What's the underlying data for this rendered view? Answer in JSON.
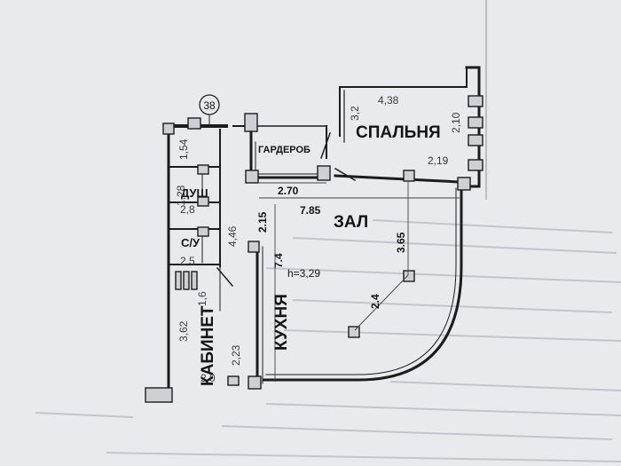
{
  "axis_marker": "38",
  "rooms": {
    "bedroom": "СПАЛЬНЯ",
    "wardrobe": "ГАРДЕРОБ",
    "living": "ЗАЛ",
    "kitchen": "КУХНЯ",
    "study": "КАБИНЕТ",
    "shower": "ДУШ",
    "toilet": "С/У"
  },
  "dimensions": {
    "wardrobe_width": "2.70",
    "living_length": "7.85",
    "kitchen_partition": "2.15",
    "living_depth": "3.65",
    "kitchen_length": "7.4",
    "ceiling_height": "h=3,29",
    "curve_segment": "2.4"
  },
  "handwritten": {
    "bedroom_width": "4,38",
    "bedroom_left": "3,2",
    "bedroom_right_top": "2,10",
    "bedroom_right": "2,19",
    "corridor_top": "1,54",
    "shower_side": "1,28",
    "shower_width": "2,8",
    "wc_length": "4,46",
    "wc_width": "2,5",
    "study_side": "3,62",
    "study_inner": "2,23",
    "study_bottom": "2,0",
    "study_mark": "1,6"
  }
}
